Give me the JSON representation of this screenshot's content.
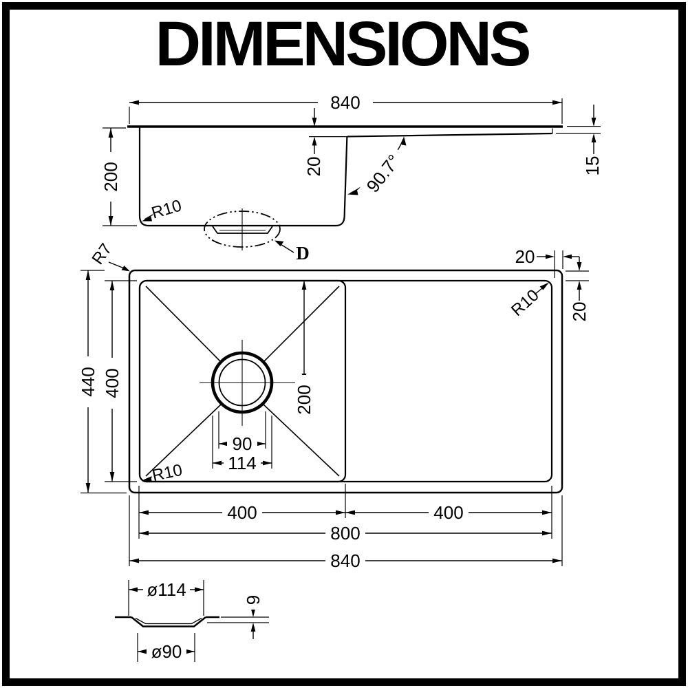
{
  "title": "DIMENSIONS",
  "line_color": "#000000",
  "background_color": "#ffffff",
  "side_view": {
    "overall_width": "840",
    "bowl_depth": "200",
    "rim_step": "20",
    "wall_angle": "90.7°",
    "end_height": "15",
    "corner_radius": "R10",
    "drain_label": "D"
  },
  "top_view": {
    "overall_depth": "440",
    "inner_depth": "400",
    "outer_corner_radius": "R7",
    "flange_width_top": "20",
    "flange_width_side": "20",
    "inner_corner_radius": "R10",
    "drain_offset": "200",
    "drain_inner_dia": "90",
    "drain_outer_dia": "114",
    "bowl_corner_radius": "R10",
    "bowl_width": "400",
    "drainer_width": "400",
    "inner_width": "800",
    "overall_width": "840"
  },
  "drain_detail": {
    "outer_diameter": "ø114",
    "depth": "9",
    "inner_diameter": "ø90"
  }
}
